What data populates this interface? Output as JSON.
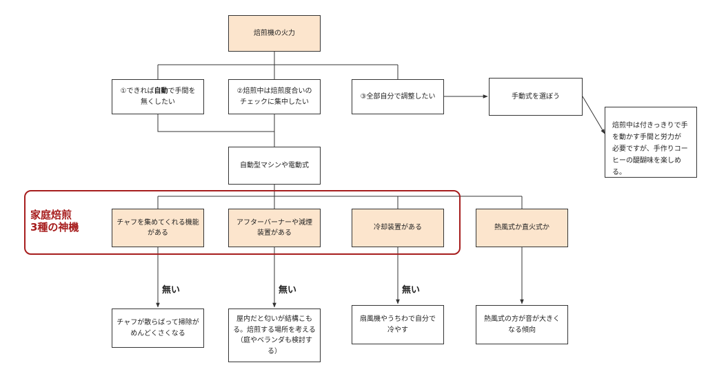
{
  "diagram": {
    "nodes": {
      "root": "焙煎機の火力",
      "opt1_pre": "①できれば",
      "opt1_bold": "自動",
      "opt1_post": "で手間を\n無くしたい",
      "opt2": "②焙煎中は焙煎度合いの\nチェックに集中したい",
      "opt3": "③全部自分で調整したい",
      "manual": "手動式を選ぼう",
      "manual_note": "焙煎中は付きっきりで手\nを動かす手間と労力が\n必要ですが、手作りコー\nヒーの醍醐味を楽しめる。",
      "auto": "自動型マシンや電動式",
      "chaff": "チャフを集めてくれる機能\nがある",
      "afterburner": "アフターバーナーや減煙\n装置がある",
      "cooling": "冷却装置がある",
      "heat_type": "熱風式か直火式か",
      "chaff_no": "チャフが散らばって掃除が\nめんどくさくなる",
      "afterburner_no": "屋内だと匂いが結構こも\nる。焙煎する場所を考える\n（庭やベランダも検討する）",
      "cooling_no": "扇風機やうちわで自分で\n冷やす",
      "heat_result": "熱風式の方が音が大きく\nなる傾向"
    },
    "group_label": "家庭焙煎\n3種の神機",
    "edge_labels": {
      "chaff": "無い",
      "afterburner": "無い",
      "cooling": "無い"
    },
    "colors": {
      "highlight_fill": "#fce5cd",
      "group_border": "#a61c1c",
      "line": "#333333"
    }
  }
}
